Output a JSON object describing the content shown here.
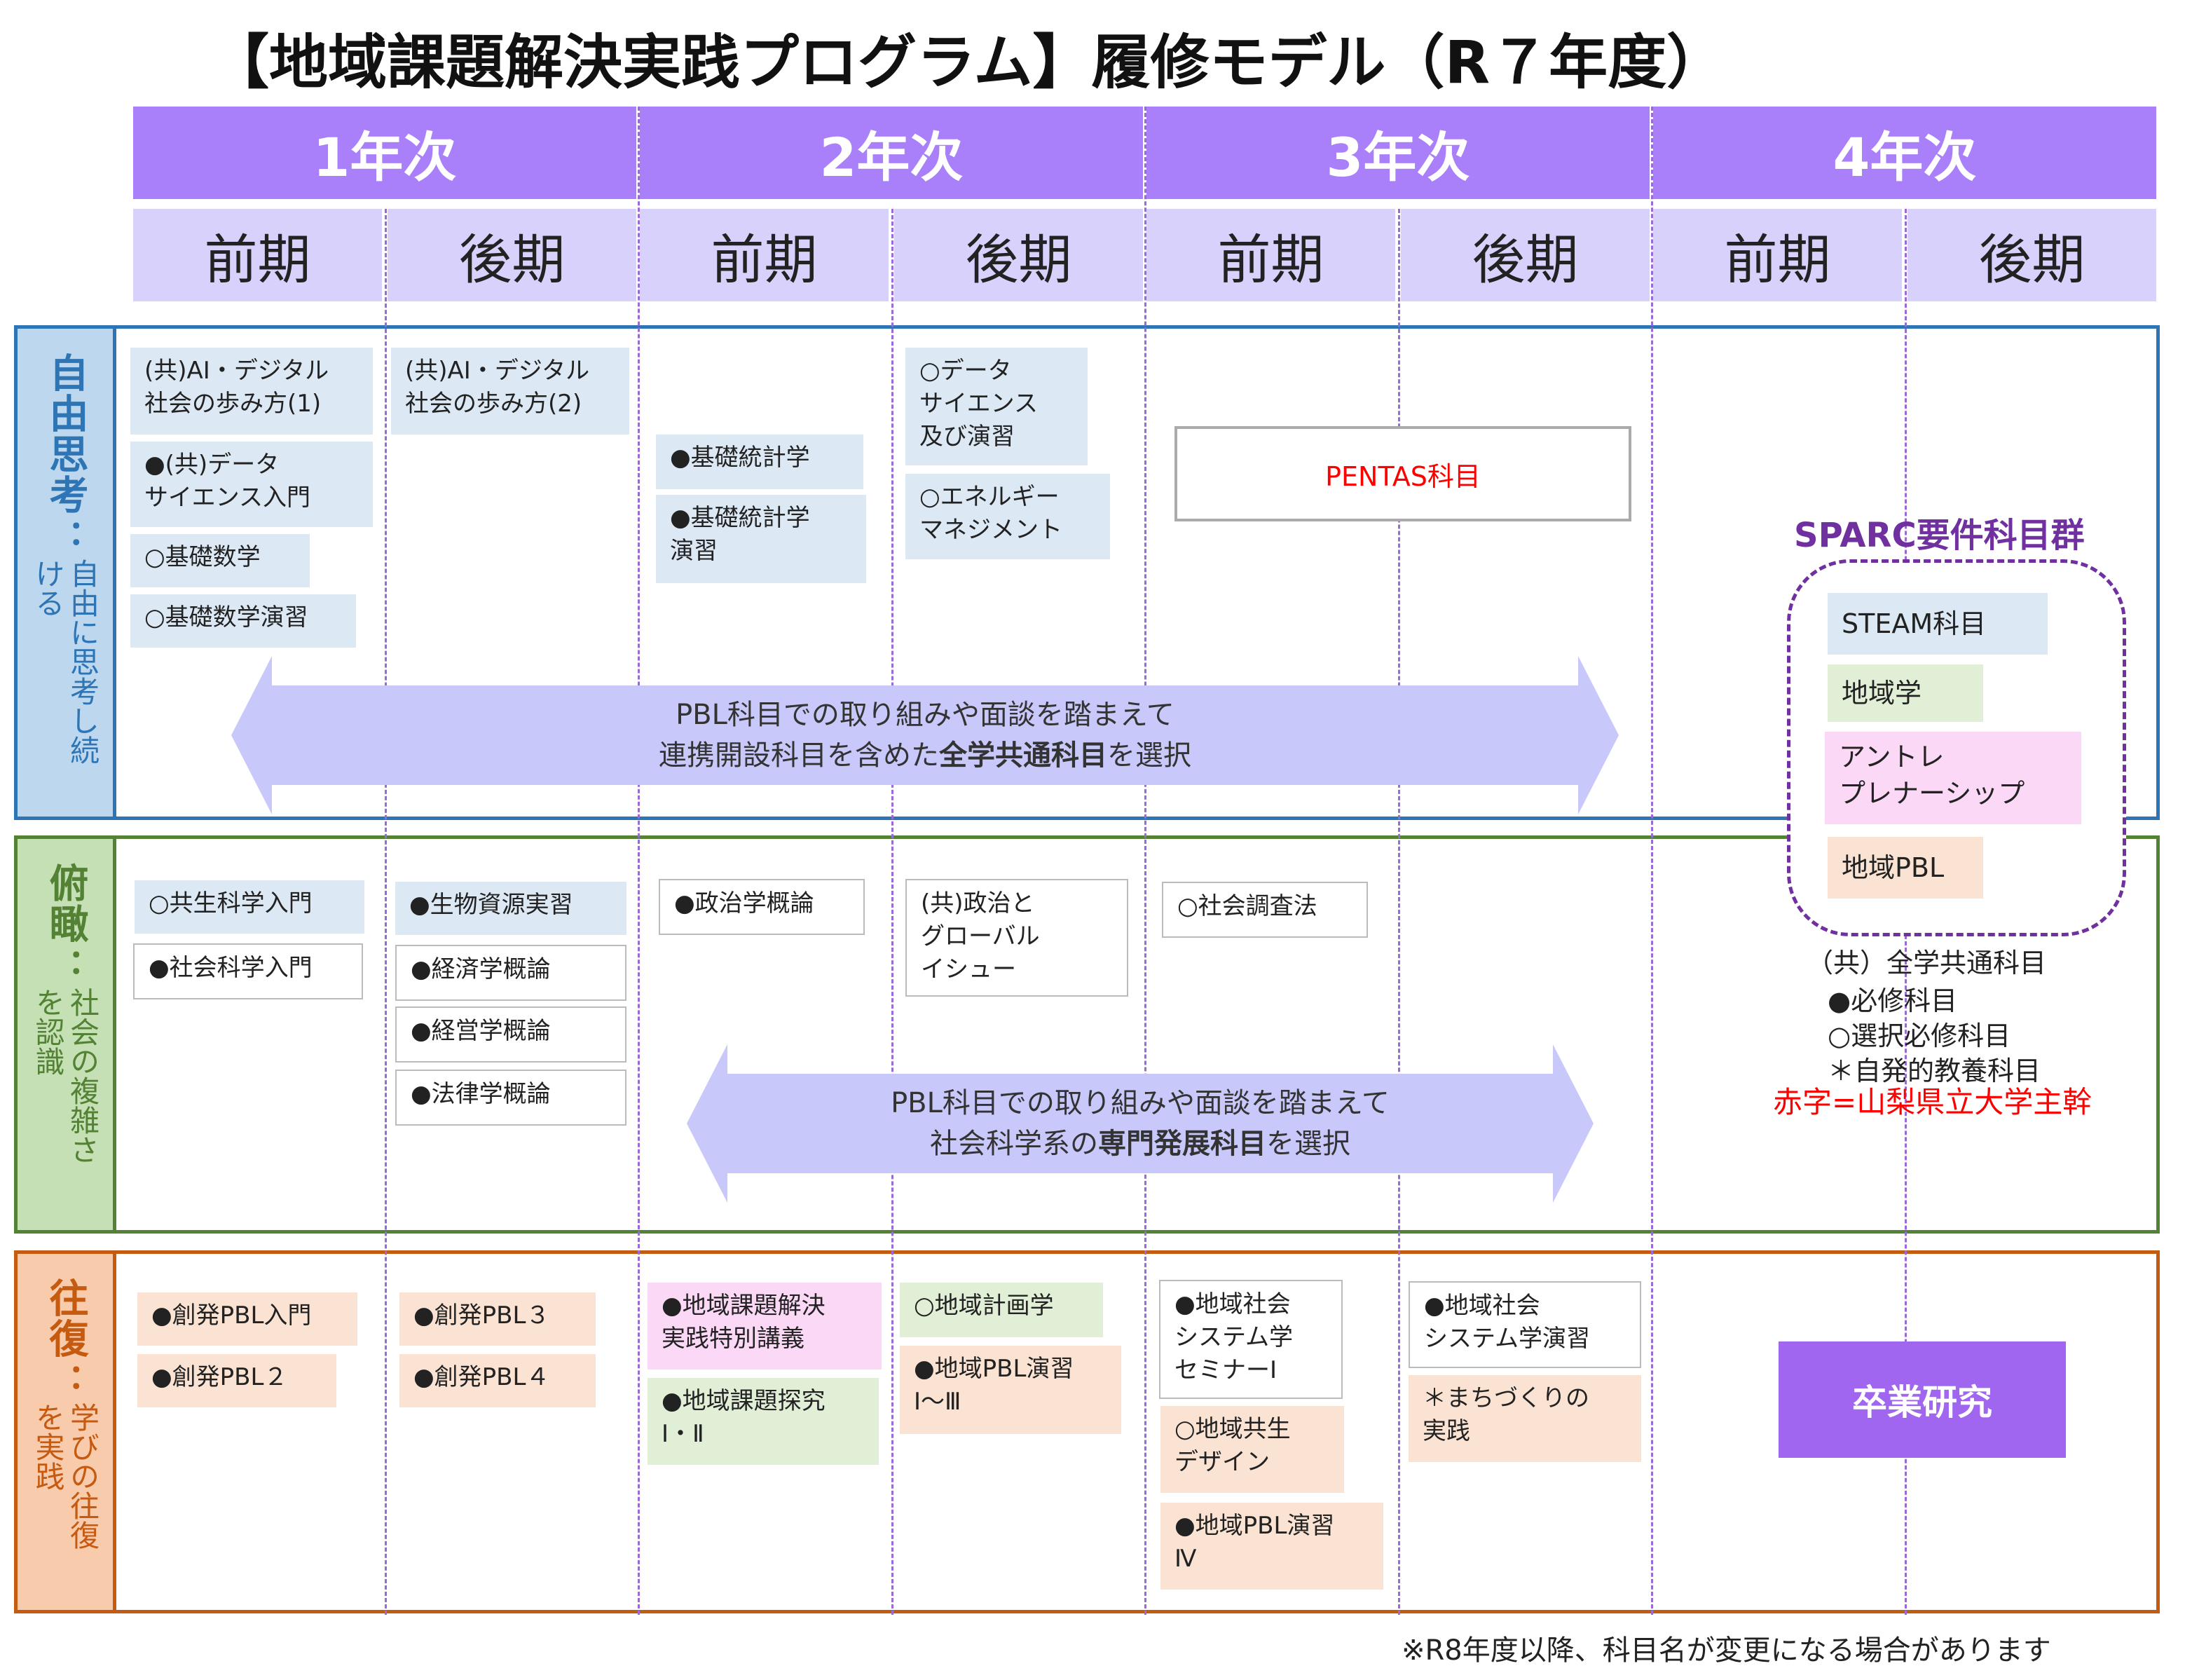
{
  "title": "【地域課題解決実践プログラム】履修モデル（R７年度）",
  "years": [
    "1年次",
    "2年次",
    "3年次",
    "4年次"
  ],
  "terms": [
    "前期",
    "後期",
    "前期",
    "後期",
    "前期",
    "後期",
    "前期",
    "後期"
  ],
  "rows": {
    "jiyu": {
      "main": "自由思考",
      "dots": "：",
      "sub": "自由に思考し続ける"
    },
    "fukan": {
      "main": "俯瞰",
      "dots": "：",
      "sub": "社会の複雑さを認識"
    },
    "ofuku": {
      "main": "往復",
      "dots": "：",
      "sub": "学びの往復を実践"
    }
  },
  "courses": {
    "ai1": "(共)AI・デジタル\n社会の歩み方(1)",
    "ds_intro": "●(共)データ\nサイエンス入門",
    "math": "○基礎数学",
    "math_ex": "○基礎数学演習",
    "ai2": "(共)AI・デジタル\n社会の歩み方(2)",
    "stat": "●基礎統計学",
    "stat_ex": "●基礎統計学\n演習",
    "ds_ex": "○データ\nサイエンス\n及び演習",
    "energy": "○エネルギー\nマネジメント",
    "pentas": "PENTAS科目",
    "kyosei": "○共生科学入門",
    "shakai": "●社会科学入門",
    "seibutsu": "●生物資源実習",
    "keizai": "●経済学概論",
    "keiei": "●経営学概論",
    "horitsu": "●法律学概論",
    "seiji": "●政治学概論",
    "global": "(共)政治と\nグローバル\nイシュー",
    "chosa": "○社会調査法",
    "pbl_intro": "●創発PBL入門",
    "pbl2": "●創発PBL２",
    "pbl3": "●創発PBL３",
    "pbl4": "●創発PBL４",
    "tokubetsu": "●地域課題解決\n実践特別講義",
    "tankyu": "●地域課題探究\nⅠ・Ⅱ",
    "keikaku": "○地域計画学",
    "pbl_ex13": "●地域PBL演習\nⅠ～Ⅲ",
    "seminar": "●地域社会\nシステム学\nセミナーⅠ",
    "kyosei_design": "○地域共生\nデザイン",
    "pbl_ex4": "●地域PBL演習\nⅣ",
    "system_ex": "●地域社会\nシステム学演習",
    "machi": "＊まちづくりの\n実践",
    "graduation": "卒業研究"
  },
  "arrows": {
    "a1_line1": "PBL科目での取り組みや面談を踏まえて",
    "a1_pre": "連携開設科目を含めた",
    "a1_bold": "全学共通科目",
    "a1_post": "を選択",
    "a2_line1": "PBL科目での取り組みや面談を踏まえて",
    "a2_pre": "社会科学系の",
    "a2_bold": "専門発展科目",
    "a2_post": "を選択"
  },
  "sparc": {
    "title": "SPARC要件科目群",
    "items": [
      "STEAM科目",
      "地域学",
      "アントレ\nプレナーシップ",
      "地域PBL"
    ]
  },
  "legend": {
    "l1": "（共）全学共通科目",
    "l2": "●必修科目",
    "l3": "○選択必修科目",
    "l4": "＊自発的教養科目",
    "l5": "赤字=山梨県立大学主幹"
  },
  "footnote": "※R8年度以降、科目名が変更になる場合があります",
  "colors": {
    "jiyu": "#2e75b6",
    "fukan": "#548235",
    "ofuku": "#c55a11",
    "accent": "#a97ffa",
    "sparc": "#7030a0",
    "red": "#ff0000"
  }
}
